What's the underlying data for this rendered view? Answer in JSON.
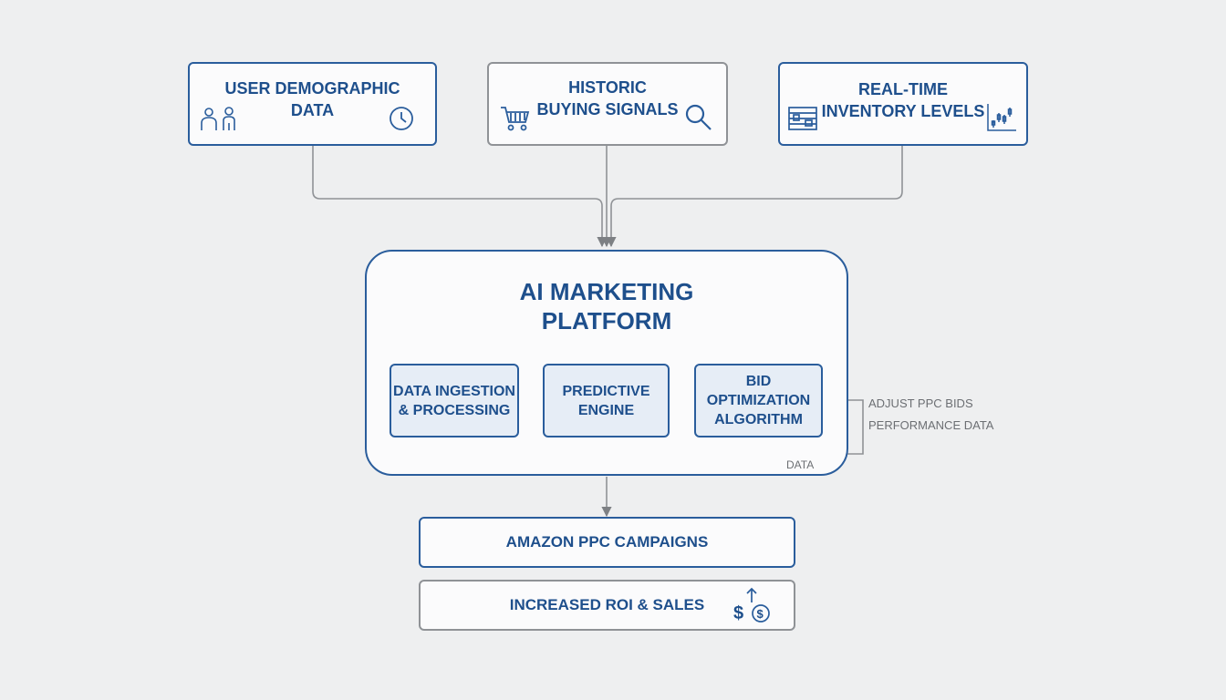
{
  "inputs": {
    "demographic": {
      "line1": "USER DEMOGRAPHIC",
      "line2": "DATA"
    },
    "historic": {
      "line1": "HISTORIC",
      "line2": "BUYING SIGNALS"
    },
    "inventory": {
      "line1": "REAL-TIME",
      "line2": "INVENTORY LEVELS"
    }
  },
  "platform": {
    "title_line1": "AI MARKETING",
    "title_line2": "PLATFORM",
    "modules": {
      "ingestion": {
        "line1": "DATA INGESTION",
        "line2": "& PROCESSING"
      },
      "predictive": {
        "line1": "PREDICTIVE",
        "line2": "ENGINE"
      },
      "bid": {
        "line1": "BID",
        "line2": "OPTIMIZATION",
        "line3": "ALGORITHM"
      }
    },
    "feedback": {
      "adjust_label": "ADJUST PPC BIDS",
      "performance_label": "PERFORMANCE DATA",
      "data_label": "DATA"
    }
  },
  "outputs": {
    "campaigns": "AMAZON PPC CAMPAIGNS",
    "roi": "INCREASED ROI & SALES"
  },
  "icons": [
    "people-icon",
    "clock-icon",
    "shopping-cart-icon",
    "magnifier-icon",
    "warehouse-icon",
    "stock-chart-icon",
    "dollar-growth-icon"
  ],
  "colors": {
    "accent": "#1e4f8c",
    "border": "#2a5d9c",
    "connector": "#8f9296",
    "module_fill": "#e6edf6"
  }
}
